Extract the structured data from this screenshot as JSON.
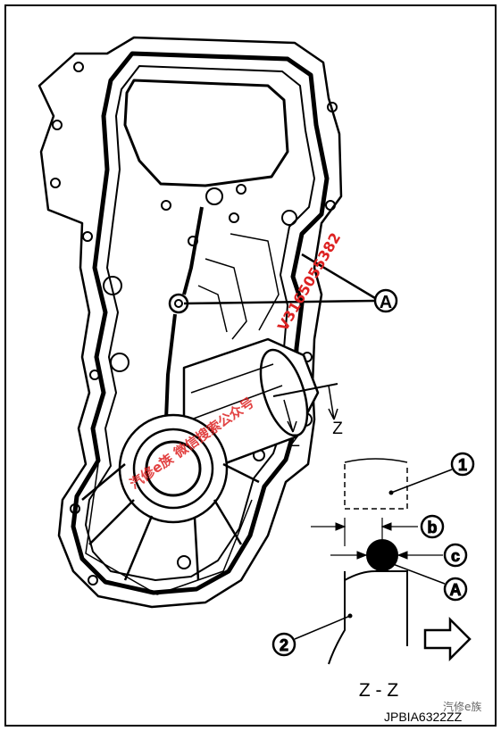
{
  "callouts": {
    "sealant_a_main": "A",
    "sealant_a_detail": "A",
    "item_1": "1",
    "item_2": "2",
    "dim_b": "b",
    "dim_c": "c"
  },
  "section": {
    "arrow_left": "Z",
    "arrow_right": "Z",
    "view_label": "Z - Z"
  },
  "figure_code": "JPBIA6322ZZ",
  "watermarks": {
    "phone": "V3165055382",
    "diagonal": "汽修e族 微信搜索公众号",
    "corner": "汽修e族"
  },
  "colors": {
    "line": "#000000",
    "watermark": "#dd2222"
  }
}
